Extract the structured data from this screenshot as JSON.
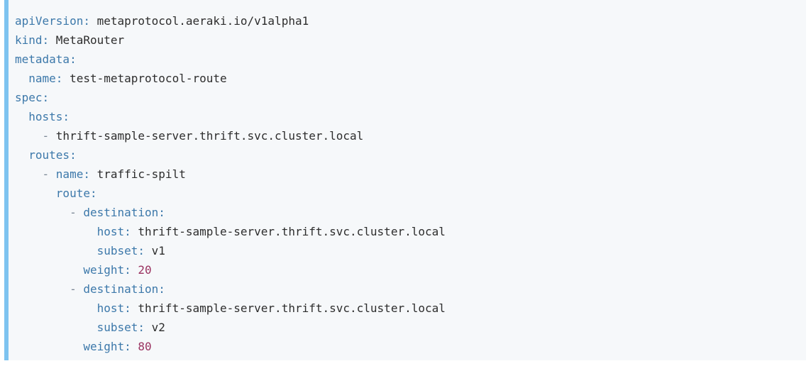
{
  "code_block": {
    "language": "yaml",
    "colors": {
      "background": "#f6f8fa",
      "left_border": "#7dc3f0",
      "key": "#3c78aa",
      "value": "#2d2d2d",
      "number": "#9a3260",
      "dash": "#7b8794"
    },
    "lines": [
      [
        {
          "t": "key",
          "s": "apiVersion:"
        },
        {
          "t": "value",
          "s": " metaprotocol.aeraki.io/v1alpha1"
        }
      ],
      [
        {
          "t": "key",
          "s": "kind:"
        },
        {
          "t": "value",
          "s": " MetaRouter"
        }
      ],
      [
        {
          "t": "key",
          "s": "metadata:"
        }
      ],
      [
        {
          "t": "sp",
          "s": "  "
        },
        {
          "t": "key",
          "s": "name:"
        },
        {
          "t": "value",
          "s": " test-metaprotocol-route"
        }
      ],
      [
        {
          "t": "key",
          "s": "spec:"
        }
      ],
      [
        {
          "t": "sp",
          "s": "  "
        },
        {
          "t": "key",
          "s": "hosts:"
        }
      ],
      [
        {
          "t": "sp",
          "s": "    "
        },
        {
          "t": "dash",
          "s": "- "
        },
        {
          "t": "value",
          "s": "thrift-sample-server.thrift.svc.cluster.local"
        }
      ],
      [
        {
          "t": "sp",
          "s": "  "
        },
        {
          "t": "key",
          "s": "routes:"
        }
      ],
      [
        {
          "t": "sp",
          "s": "    "
        },
        {
          "t": "dash",
          "s": "- "
        },
        {
          "t": "key",
          "s": "name:"
        },
        {
          "t": "value",
          "s": " traffic-spilt"
        }
      ],
      [
        {
          "t": "sp",
          "s": "      "
        },
        {
          "t": "key",
          "s": "route:"
        }
      ],
      [
        {
          "t": "sp",
          "s": "        "
        },
        {
          "t": "dash",
          "s": "- "
        },
        {
          "t": "key",
          "s": "destination:"
        }
      ],
      [
        {
          "t": "sp",
          "s": "            "
        },
        {
          "t": "key",
          "s": "host:"
        },
        {
          "t": "value",
          "s": " thrift-sample-server.thrift.svc.cluster.local"
        }
      ],
      [
        {
          "t": "sp",
          "s": "            "
        },
        {
          "t": "key",
          "s": "subset:"
        },
        {
          "t": "value",
          "s": " v1"
        }
      ],
      [
        {
          "t": "sp",
          "s": "          "
        },
        {
          "t": "key",
          "s": "weight:"
        },
        {
          "t": "num",
          "s": " 20"
        }
      ],
      [
        {
          "t": "sp",
          "s": "        "
        },
        {
          "t": "dash",
          "s": "- "
        },
        {
          "t": "key",
          "s": "destination:"
        }
      ],
      [
        {
          "t": "sp",
          "s": "            "
        },
        {
          "t": "key",
          "s": "host:"
        },
        {
          "t": "value",
          "s": " thrift-sample-server.thrift.svc.cluster.local"
        }
      ],
      [
        {
          "t": "sp",
          "s": "            "
        },
        {
          "t": "key",
          "s": "subset:"
        },
        {
          "t": "value",
          "s": " v2"
        }
      ],
      [
        {
          "t": "sp",
          "s": "          "
        },
        {
          "t": "key",
          "s": "weight:"
        },
        {
          "t": "num",
          "s": " 80"
        }
      ]
    ]
  }
}
